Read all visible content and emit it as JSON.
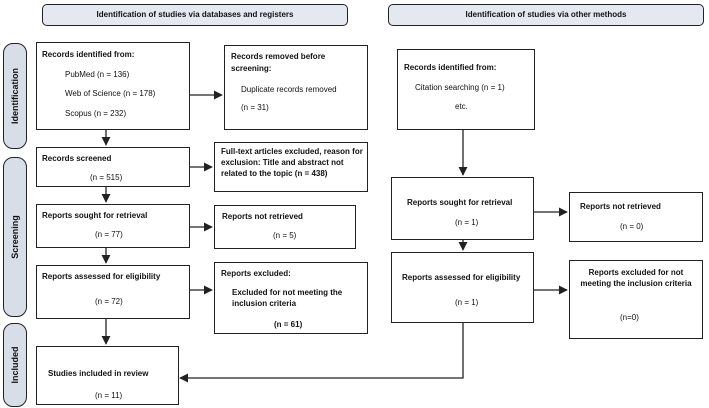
{
  "headers": {
    "databases": "Identification of studies via databases and registers",
    "other": "Identification of studies via other methods"
  },
  "phases": {
    "identification": "Identification",
    "screening": "Screening",
    "included": "Included"
  },
  "identified": {
    "title": "Records identified from:",
    "pubmed": "PubMed (n = 136)",
    "wos": "Web of Science (n = 178)",
    "scopus": "Scopus (n = 232)"
  },
  "removed": {
    "title1": "Records removed before",
    "title2": "screening:",
    "dup": "Duplicate records removed",
    "count": "(n = 31)"
  },
  "screened": {
    "title": "Records screened",
    "count": "(n = 515)"
  },
  "excluded_fulltext": {
    "text": "Full-text articles excluded, reason for exclusion: Title and abstract not related to the topic (n = 438)"
  },
  "sought": {
    "title": "Reports sought for retrieval",
    "count": "(n = 77)"
  },
  "not_retrieved": {
    "title": "Reports not retrieved",
    "count": "(n = 5)"
  },
  "assessed": {
    "title": "Reports assessed for eligibility",
    "count": "(n = 72)"
  },
  "reports_excluded": {
    "title": "Reports excluded:",
    "text": "Excluded for not meeting the inclusion criteria",
    "count": "(n = 61)"
  },
  "included_box": {
    "title": "Studies included in review",
    "count": "(n = 11)"
  },
  "other_identified": {
    "title": "Records identified from:",
    "citation": "Citation searching (n = 1)",
    "etc": "etc."
  },
  "other_sought": {
    "title": "Reports sought for retrieval",
    "count": "(n = 1)"
  },
  "other_not_retrieved": {
    "title": "Reports not retrieved",
    "count": "(n = 0)"
  },
  "other_assessed": {
    "title": "Reports assessed for eligibility",
    "count": "(n = 1)"
  },
  "other_excluded": {
    "text": "Reports excluded for not meeting the inclusion criteria",
    "count": "(n=0)"
  }
}
